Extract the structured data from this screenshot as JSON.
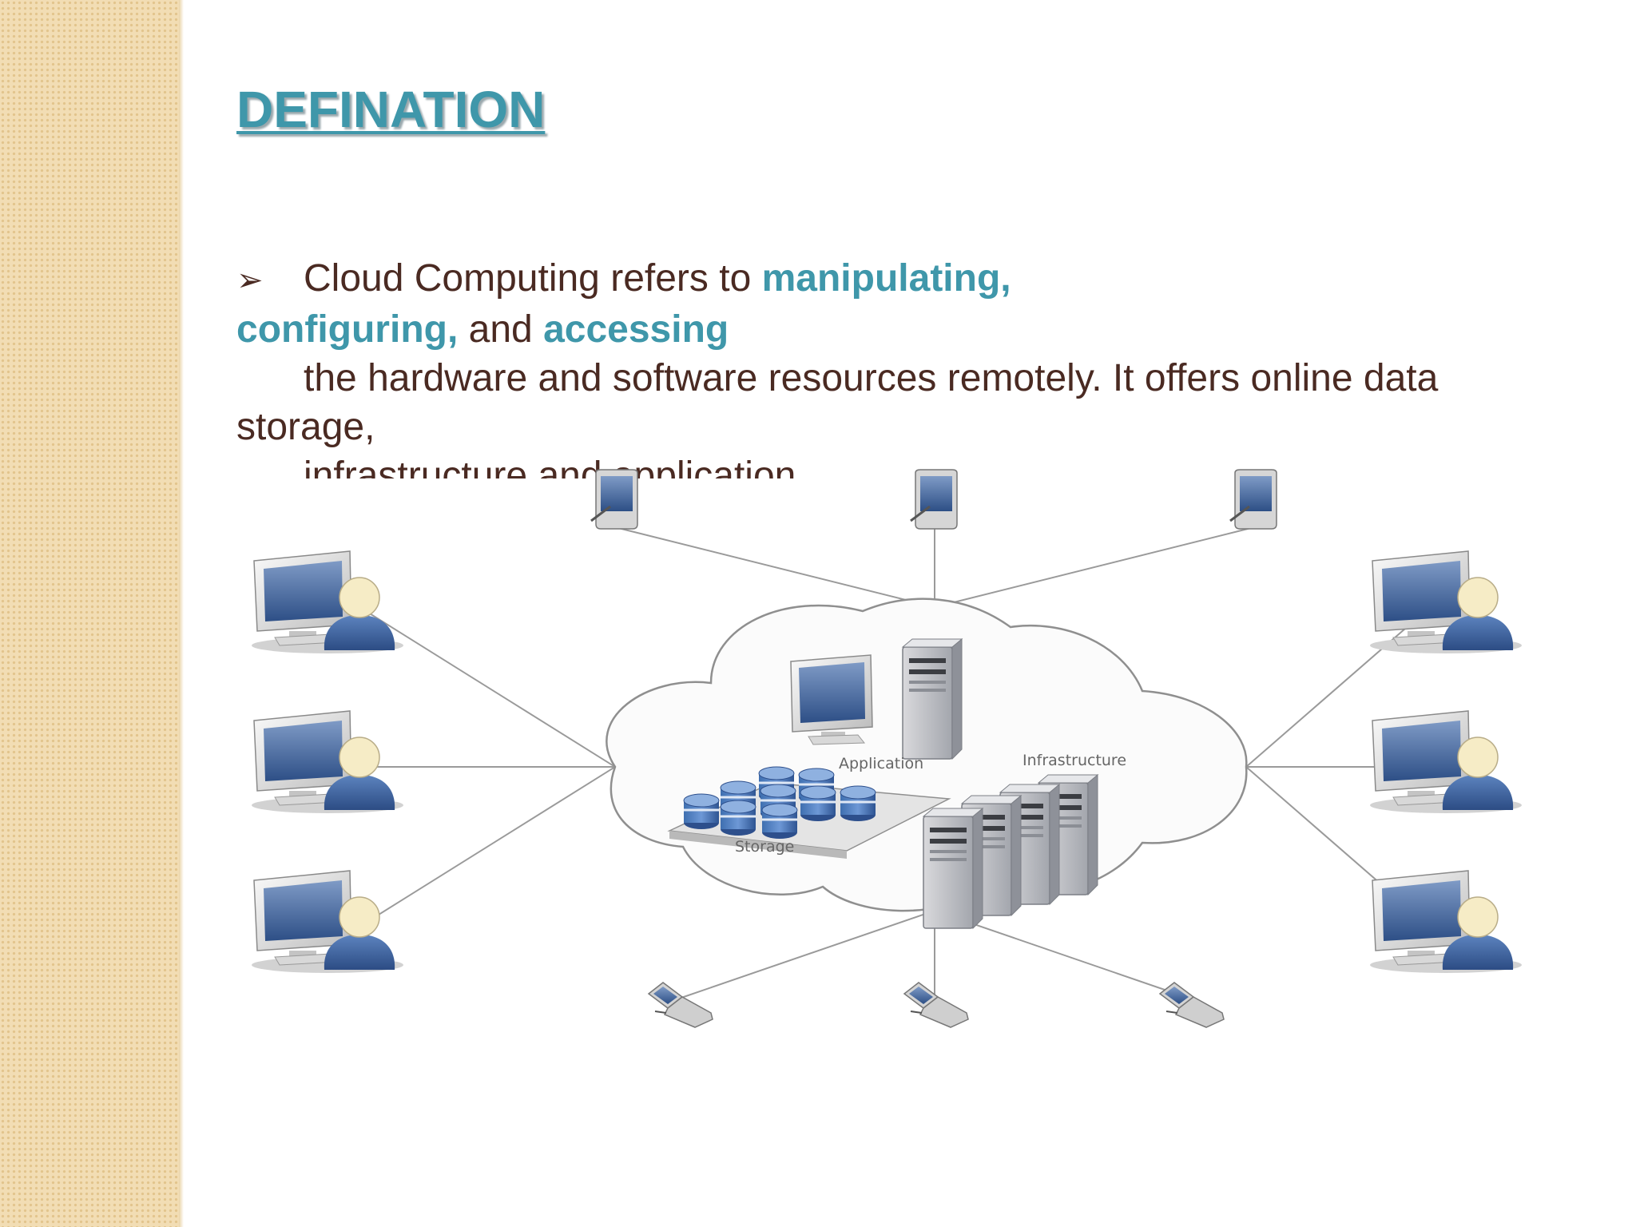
{
  "slide": {
    "title": "DEFINATION",
    "bullet_symbol": "➢",
    "line1_text": "Cloud Computing refers to ",
    "line1_highlight": "manipulating,",
    "line2_highlight1": "configuring,",
    "line2_text": " and ",
    "line2_highlight2": "accessing",
    "line3_text": "the hardware and software resources remotely. It offers online data",
    "line4_text": "storage,",
    "line5_text": "infrastructure and application."
  },
  "diagram": {
    "labels": {
      "application": "Application",
      "infrastructure": "Infrastructure",
      "storage": "Storage"
    },
    "icons": [
      "pda-icon",
      "desktop-user-icon",
      "mobile-phone-icon",
      "server-icon",
      "database-icon",
      "monitor-icon",
      "cloud-icon"
    ]
  },
  "colors": {
    "accent": "#3f97aa",
    "body_text": "#4a2a22",
    "strip": "#f2ddb4"
  }
}
